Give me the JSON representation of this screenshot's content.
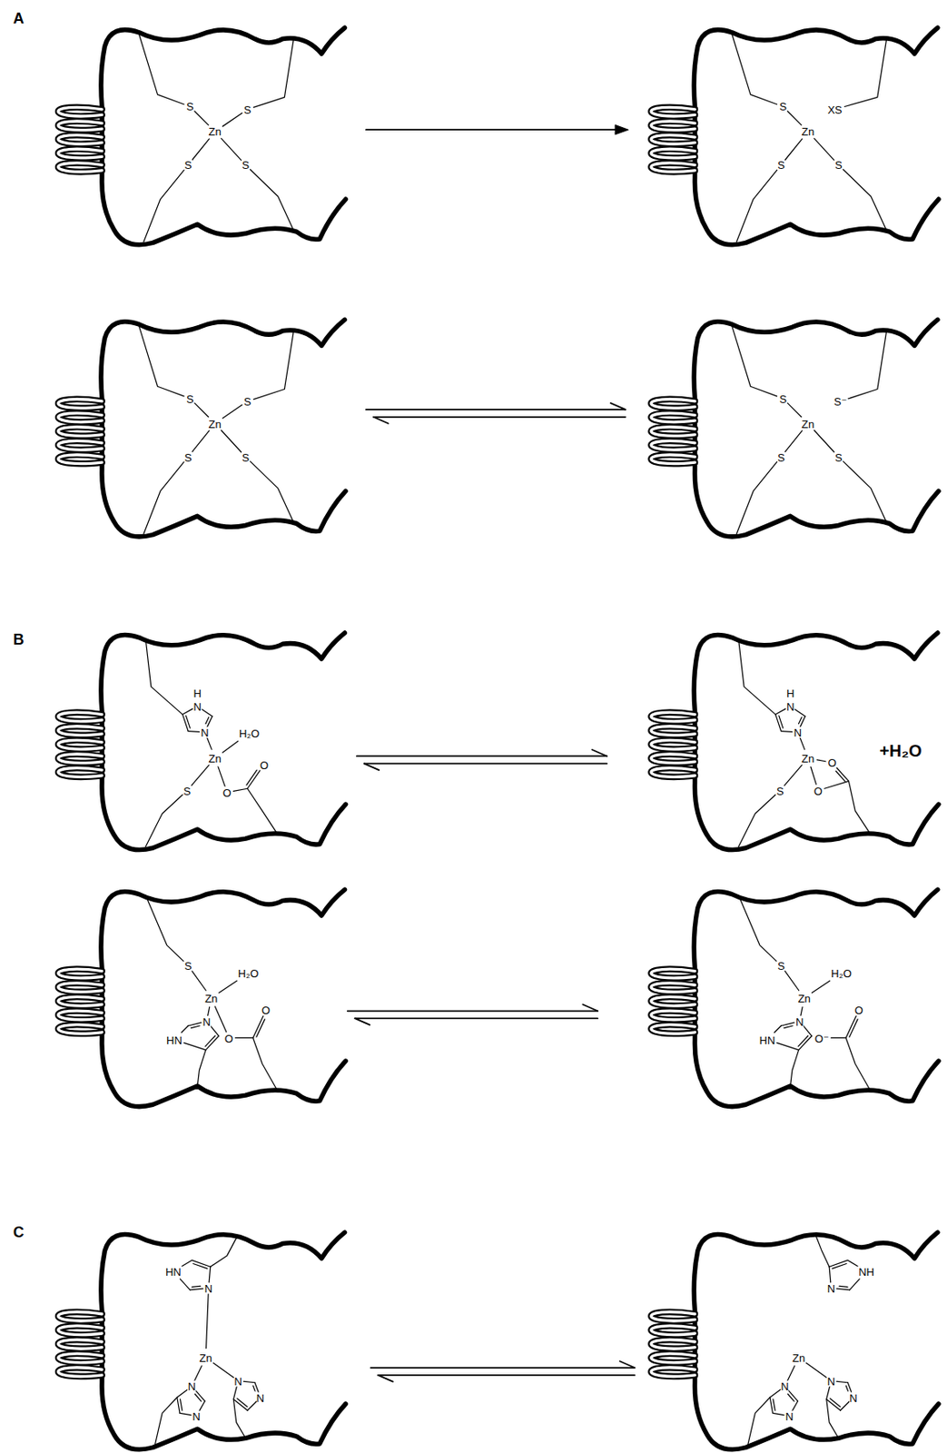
{
  "diagram": {
    "labels": [
      "A",
      "S",
      "S",
      "Zn",
      "S",
      "S",
      "S",
      "XS",
      "Zn",
      "S",
      "S",
      "S",
      "S",
      "Zn",
      "S",
      "S",
      "S",
      "S⁻",
      "Zn",
      "S",
      "S",
      "B",
      "H",
      "N",
      "N",
      "Zn",
      "H₂O",
      "S",
      "O",
      "O",
      "H",
      "N",
      "N",
      "Zn",
      "S",
      "O",
      "O",
      "+H₂O",
      "S",
      "Zn",
      "H₂O",
      "N",
      "HN",
      "O",
      "O",
      "S",
      "Zn",
      "H₂O",
      "N",
      "HN",
      "O⁻",
      "O",
      "C",
      "HN",
      "N",
      "Zn",
      "N",
      "N",
      "N",
      "N",
      "NH",
      "N",
      "Zn",
      "N",
      "N",
      "N",
      "N"
    ]
  }
}
